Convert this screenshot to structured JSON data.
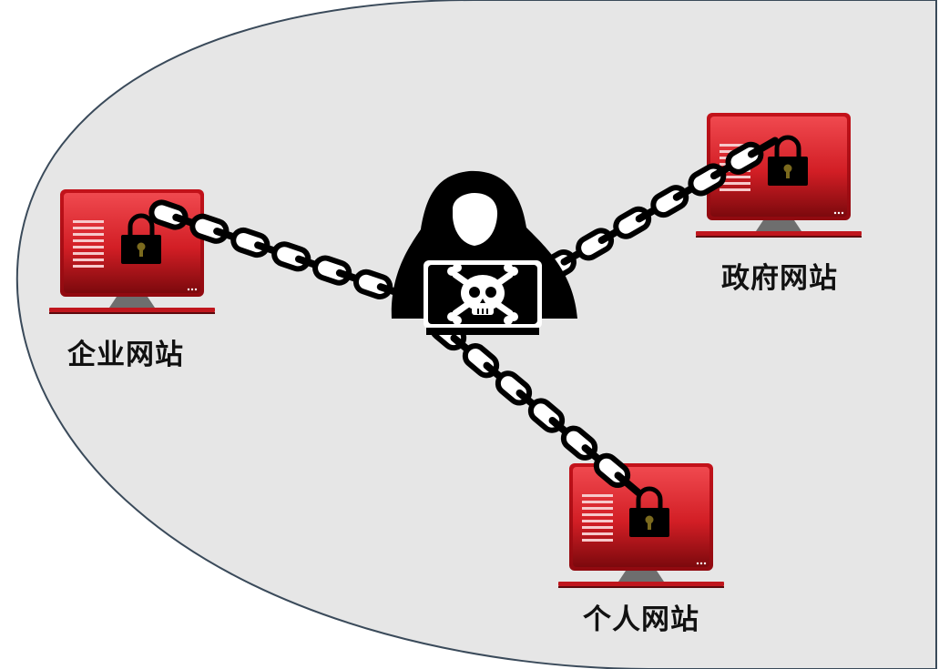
{
  "labels": {
    "enterprise": "企业网站",
    "government": "政府网站",
    "personal": "个人网站"
  },
  "colors": {
    "background": "#e6e6e6",
    "outline": "#3a4a5a",
    "monitor_red": "#e0262d",
    "monitor_dark_red": "#8e0b10",
    "chain": "#000000",
    "hacker": "#000000"
  },
  "icons": {
    "monitor": "monitor-icon",
    "lock": "padlock-icon",
    "hacker": "hooded-hacker-icon",
    "skull": "skull-crossbones-icon",
    "chain": "chain-icon"
  }
}
